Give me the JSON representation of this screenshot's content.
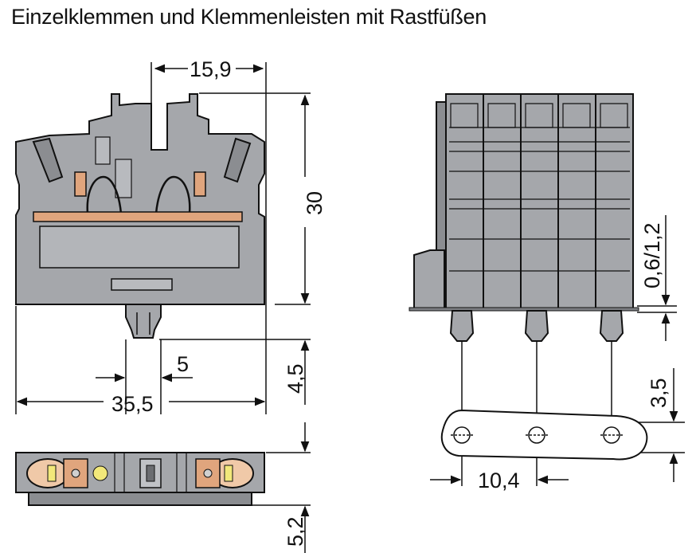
{
  "title": "Einzelklemmen und Klemmenleisten mit Rastfüßen",
  "dimensions": {
    "width_top": "15,9",
    "height": "30",
    "thickness": "0,6/1,2",
    "foot_offset": "5",
    "foot_height": "4,5",
    "overall_width": "35,5",
    "pitch": "10,4",
    "hole_offset": "3,5",
    "bottom_view_height": "5,2"
  },
  "colors": {
    "housing": "#a5a7ab",
    "housing_dark": "#7d7f83",
    "contact": "#e0a57d",
    "led": "#f2e87a",
    "line": "#111111"
  }
}
